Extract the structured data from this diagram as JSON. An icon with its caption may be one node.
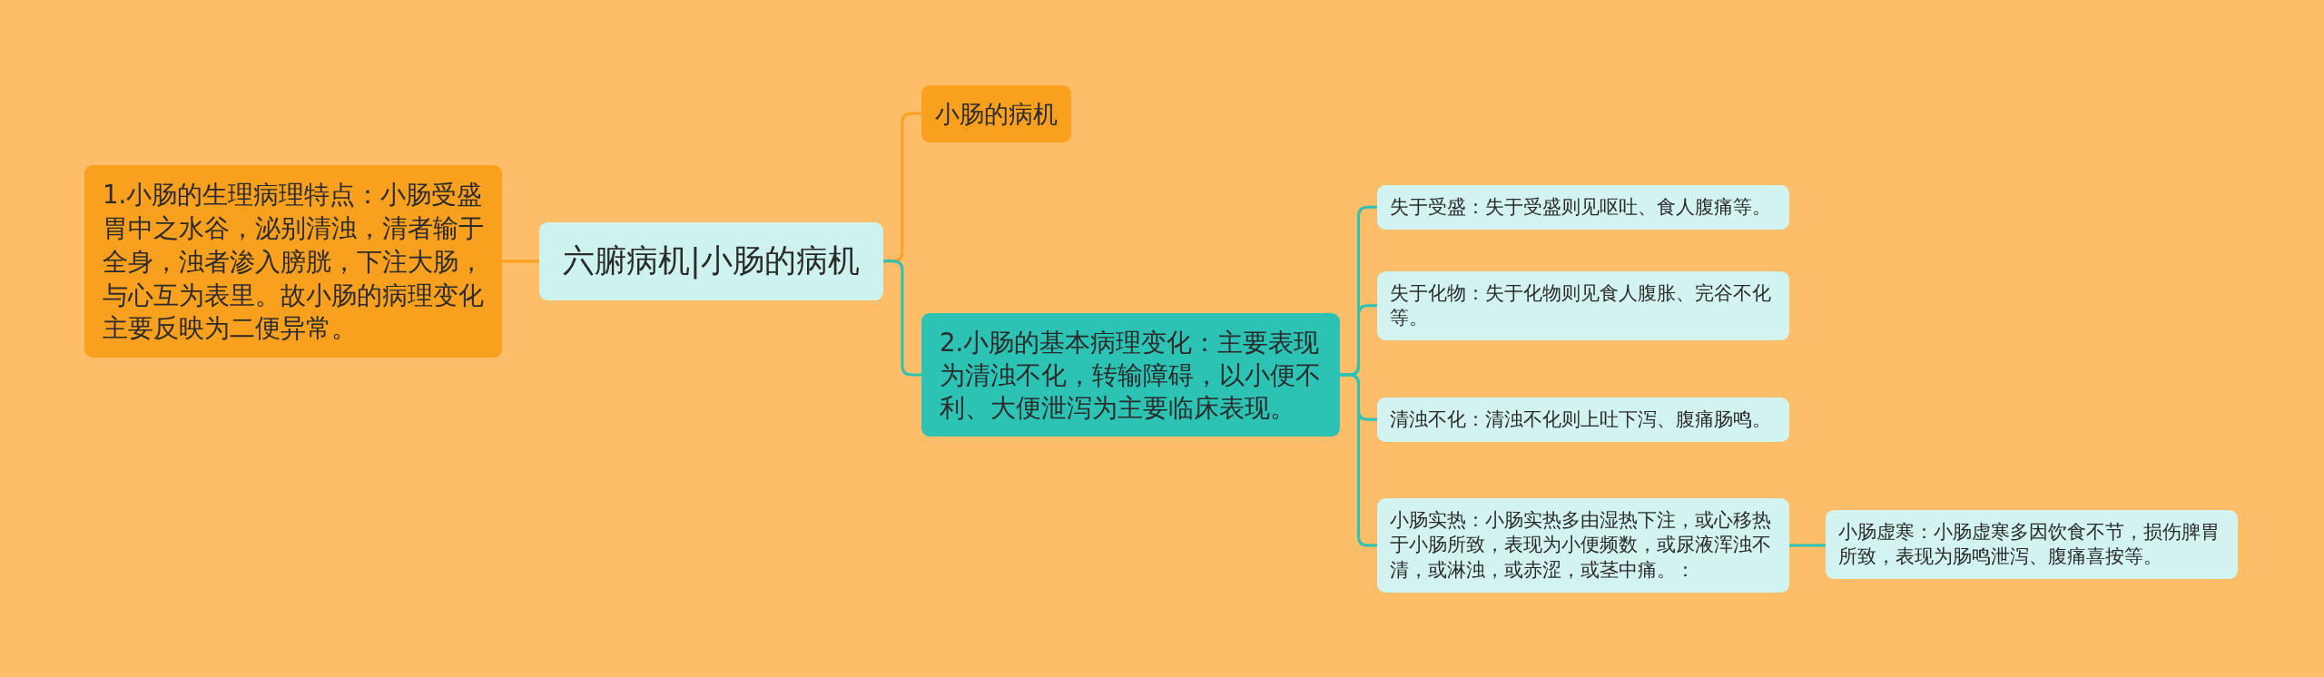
{
  "diagram": {
    "nodes": [
      {
        "text": [
          "六腑病机|小肠的病机"
        ]
      },
      {
        "text": [
          "1.小肠的生理病理特点：小肠受盛胃中之水谷，泌别清浊，清者输于全身，浊者渗入膀胱，下注大肠，与心互为表里。故小肠的病理变化主要反映为二便异常。"
        ]
      },
      {
        "text": [
          "小肠的病机"
        ]
      },
      {
        "text": [
          "2.小肠的基本病理变化：主要表现为清浊不化，转输障碍，以小便不利、大便泄泻为主要临床表现。"
        ]
      },
      {
        "text": [
          "失于受盛：失于受盛则见呕吐、食人腹痛等。"
        ]
      },
      {
        "text": [
          "失于化物：失于化物则见食人腹胀、完谷不化等。"
        ]
      },
      {
        "text": [
          "清浊不化：清浊不化则上吐下泻、腹痛肠鸣。"
        ]
      },
      {
        "text": [
          "小肠实热：小肠实热多由湿热下注，或心移热于小肠所致，表现为小便频数，或尿液浑浊不清，或淋浊，或赤涩，或茎中痛。："
        ]
      },
      {
        "text": [
          "小肠虚寒：小肠虚寒多因饮食不节，损伤脾胃所致，表现为肠鸣泄泻、腹痛喜按等。"
        ]
      }
    ],
    "edges": [
      {
        "from": 0,
        "to": 1,
        "arrow": "none",
        "color": "#f9a11e"
      },
      {
        "from": 0,
        "to": 2,
        "arrow": "none",
        "color": "#f9a11e"
      },
      {
        "from": 0,
        "to": 3,
        "arrow": "none"
      },
      {
        "from": 3,
        "to": 4,
        "arrow": "none"
      },
      {
        "from": 3,
        "to": 5,
        "arrow": "none"
      },
      {
        "from": 3,
        "to": 6,
        "arrow": "none"
      },
      {
        "from": 3,
        "to": 7,
        "arrow": "none"
      },
      {
        "from": 7,
        "to": 8,
        "arrow": "none"
      }
    ]
  }
}
